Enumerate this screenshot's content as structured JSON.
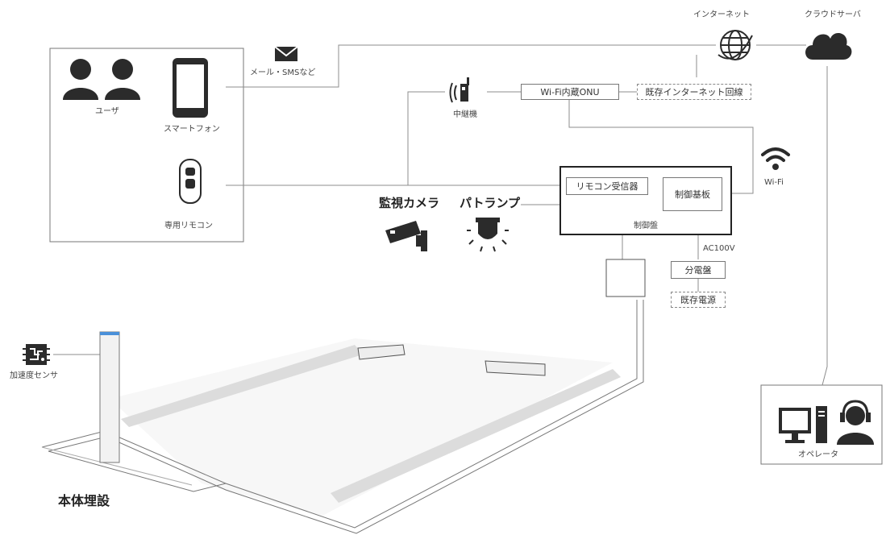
{
  "users": {
    "user_label": "ユーザ",
    "smartphone_label": "スマートフォン",
    "remote_label": "専用リモコン"
  },
  "notify": {
    "mail_label": "メール・SMSなど"
  },
  "network": {
    "internet_label": "インターネット",
    "cloud_label": "クラウドサーバ",
    "existing_line_label": "既存インターネット回線",
    "onu_label": "Wi-Fi内蔵ONU",
    "repeater_label": "中継機",
    "wifi_label": "Wi-Fi"
  },
  "devices": {
    "camera_label": "監視カメラ",
    "lamp_label": "パトランプ"
  },
  "control_panel": {
    "receiver_label": "リモコン受信器",
    "board_label": "制御基板",
    "panel_label": "制御盤",
    "ac_label": "AC100V",
    "breaker_label": "分電盤",
    "power_label": "既存電源"
  },
  "site": {
    "sensor_label": "加速度センサ",
    "buried_label": "本体埋設"
  },
  "operator": {
    "operator_label": "オペレータ"
  },
  "colors": {
    "line": "#8c8c8c",
    "icon": "#2b2b2b",
    "floor": "#dcdcdc",
    "bollard_accent": "#4a90d9"
  }
}
